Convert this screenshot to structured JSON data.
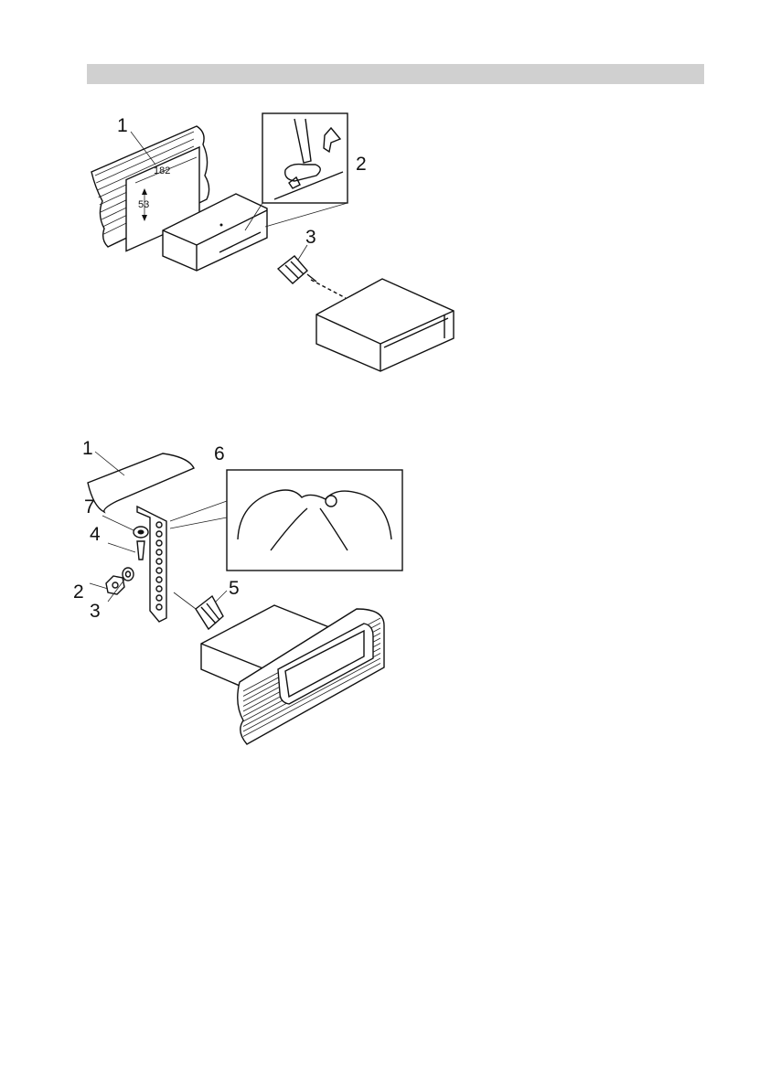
{
  "figure1": {
    "callouts": [
      "1",
      "2",
      "3"
    ],
    "dimensions": {
      "width": "182",
      "height": "53"
    }
  },
  "figure2": {
    "callouts": [
      "1",
      "6",
      "7",
      "4",
      "2",
      "3",
      "5"
    ]
  }
}
